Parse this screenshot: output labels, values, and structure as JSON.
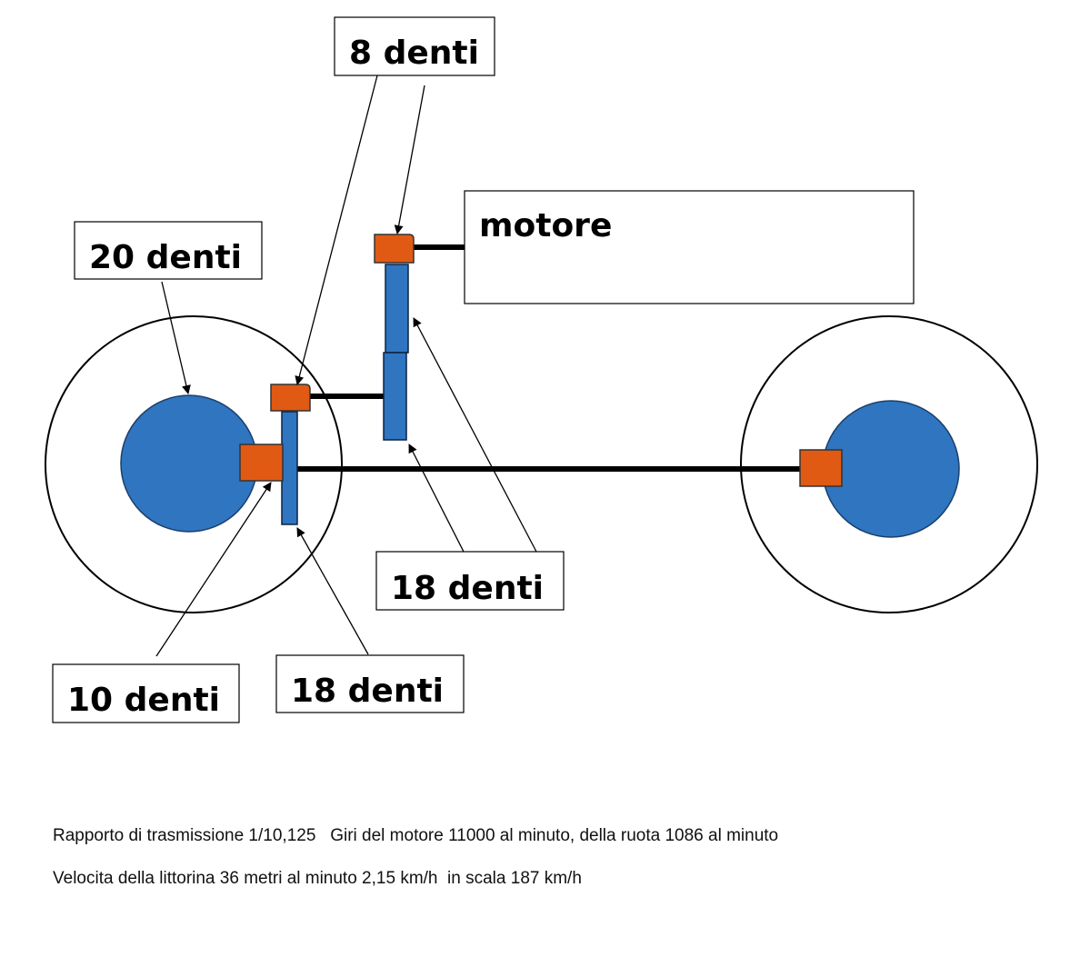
{
  "labels": {
    "top_gear": "8 denti",
    "wheel_gear": "20 denti",
    "motor": "motore",
    "middle_gears": "18 denti",
    "small_gear": "10 denti",
    "bottom_gear": "18 denti"
  },
  "notes": {
    "line1": "Rapporto di trasmissione 1/10,125   Giri del motore 11000 al minuto, della ruota 1086 al minuto",
    "line2": "Velocita della littorina 36 metri al minuto 2,15 km/h  in scala 187 km/h"
  },
  "colors": {
    "gear_orange": "#e05a14",
    "gear_blue": "#2f75c0",
    "outline": "#000000"
  }
}
